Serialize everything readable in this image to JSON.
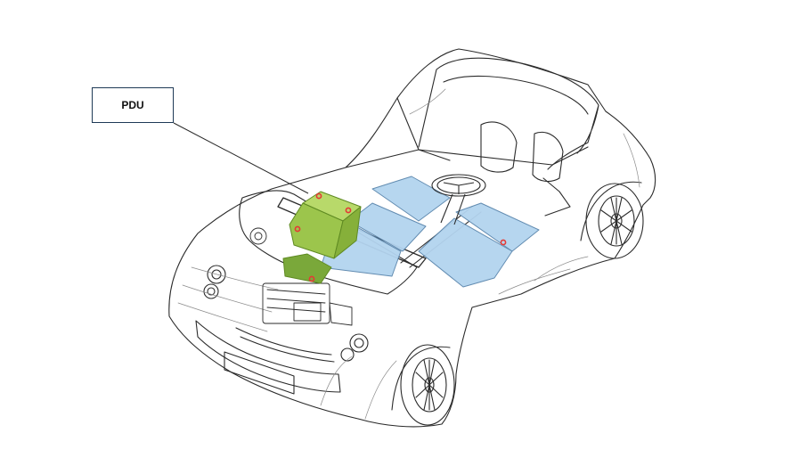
{
  "callout": {
    "label": "PDU"
  },
  "components": {
    "pdu_unit": "pdu-green-module",
    "battery_packs": "blue-battery-panels",
    "markers": "red-mount-points"
  },
  "colors": {
    "pdu_fill": "#a8cf58",
    "pdu_stroke": "#5f8a22",
    "battery_fill": "#b3d4ef",
    "battery_stroke": "#5a86ad",
    "marker": "#e53935",
    "line": "#2b2b2b",
    "callout_border": "#1f3a56"
  }
}
